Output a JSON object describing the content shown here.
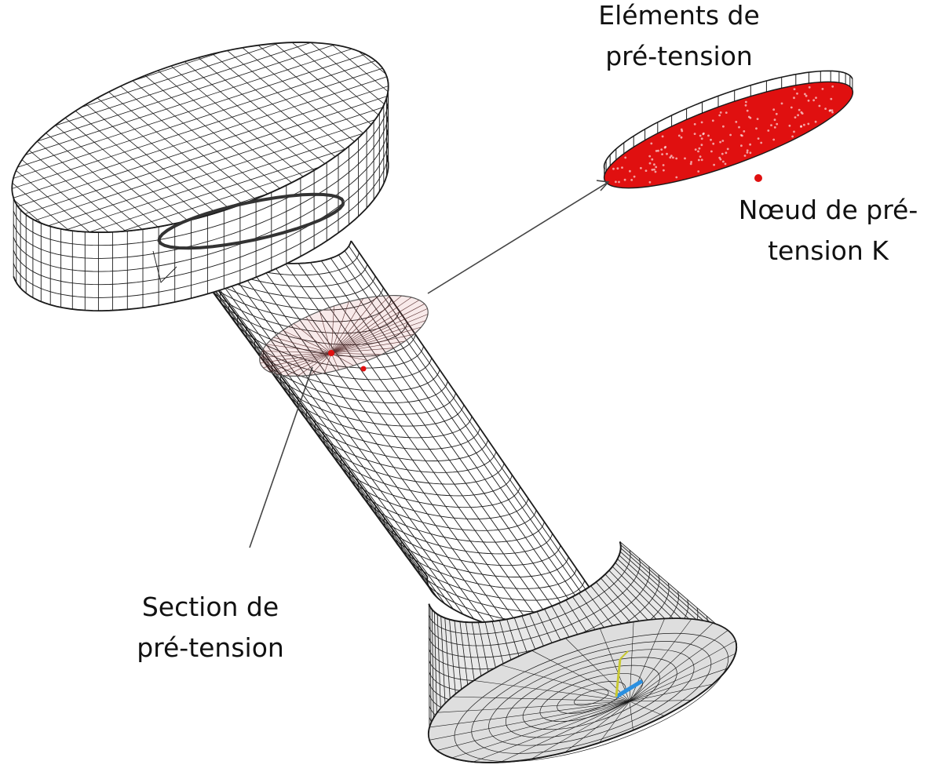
{
  "labels": {
    "elements": {
      "line1": "Eléments de",
      "line2": "pré-tension"
    },
    "node": {
      "line1": "Nœud de pré-",
      "line2": "tension K"
    },
    "section": {
      "line1": "Section de",
      "line2": "pré-tension"
    }
  },
  "colors": {
    "mesh": "#1a1a1a",
    "pretension": "#e01010",
    "leader": "#444444",
    "axis_x": "#2a8fe0",
    "axis_y": "#c8c832"
  }
}
